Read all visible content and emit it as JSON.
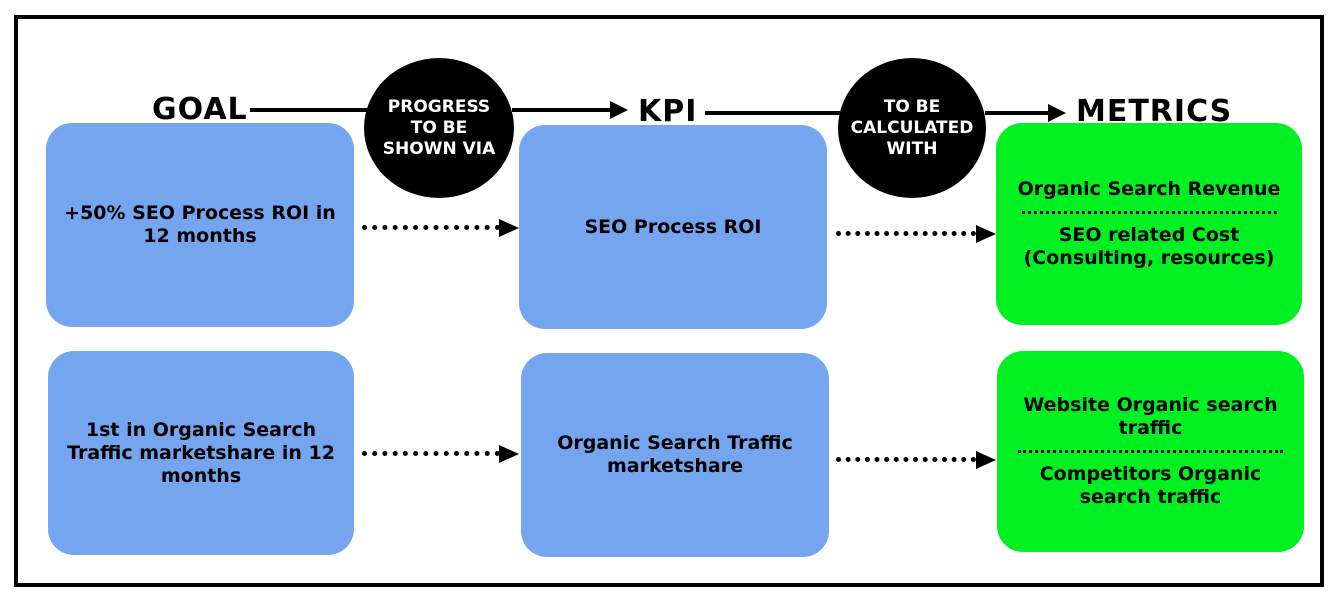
{
  "headers": {
    "goal": "GOAL",
    "kpi": "KPI",
    "metrics": "METRICS"
  },
  "connectors": {
    "progress": [
      "PROGRESS",
      "TO BE",
      "SHOWN VIA"
    ],
    "calculated": [
      "TO BE",
      "CALCULATED",
      "WITH"
    ]
  },
  "rows": [
    {
      "goal": "+50% SEO Process ROI in 12 months",
      "kpi": "SEO Process ROI",
      "metrics": [
        "Organic Search Revenue",
        "SEO related Cost (Consulting, resources)"
      ]
    },
    {
      "goal": "1st in Organic Search Traffic marketshare in 12 months",
      "kpi": "Organic Search Traffic marketshare",
      "metrics": [
        "Website Organic search traffic",
        "Competitors Organic search traffic"
      ]
    }
  ],
  "colors": {
    "goal_kpi_box": "#76a5ef",
    "metrics_box": "#00f022",
    "connector_circle": "#000000"
  }
}
